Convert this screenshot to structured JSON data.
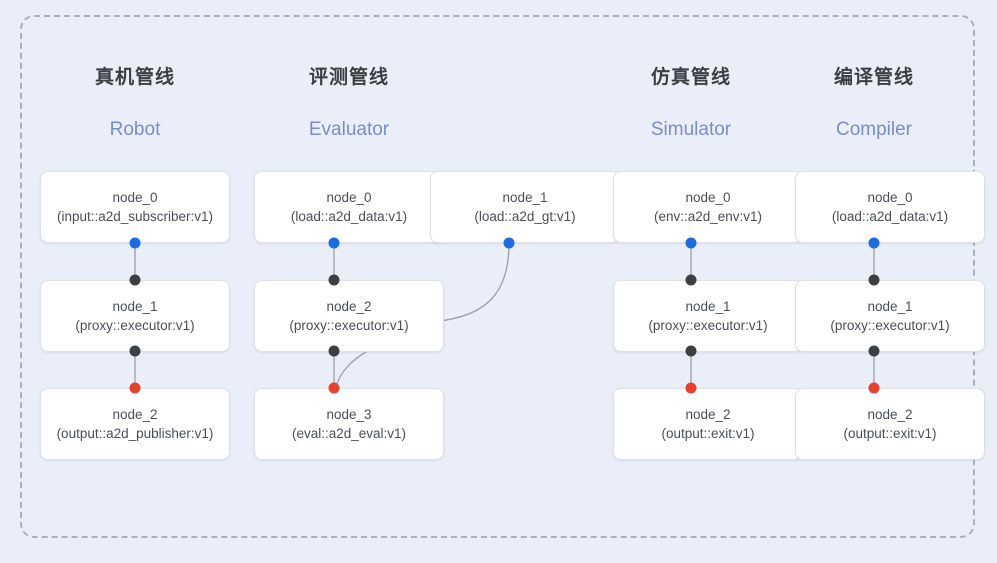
{
  "diagram": {
    "title_visible": false,
    "background_color": "#eaeef8",
    "frame_style": "dashed-rounded",
    "frame_color": "#aab0bd",
    "dot_colors": {
      "input": "#1a6ce0",
      "intermediate": "#3c4043",
      "output": "#e8402a"
    },
    "columns": [
      {
        "id": "robot",
        "title_cn": "真机管线",
        "title_en": "Robot",
        "nodes": [
          {
            "name": "node_0",
            "spec": "(input::a2d_subscriber:v1)"
          },
          {
            "name": "node_1",
            "spec": "(proxy::executor:v1)"
          },
          {
            "name": "node_2",
            "spec": "(output::a2d_publisher:v1)"
          }
        ]
      },
      {
        "id": "evaluator",
        "title_cn": "评测管线",
        "title_en": "Evaluator",
        "nodes": [
          {
            "name": "node_0",
            "spec": "(load::a2d_data:v1)"
          },
          {
            "name": "node_2",
            "spec": "(proxy::executor:v1)"
          },
          {
            "name": "node_3",
            "spec": "(eval::a2d_eval:v1)"
          },
          {
            "name": "node_1",
            "spec": "(load::a2d_gt:v1)"
          }
        ]
      },
      {
        "id": "simulator",
        "title_cn": "仿真管线",
        "title_en": "Simulator",
        "nodes": [
          {
            "name": "node_0",
            "spec": "(env::a2d_env:v1)"
          },
          {
            "name": "node_1",
            "spec": "(proxy::executor:v1)"
          },
          {
            "name": "node_2",
            "spec": "(output::exit:v1)"
          }
        ]
      },
      {
        "id": "compiler",
        "title_cn": "编译管线",
        "title_en": "Compiler",
        "nodes": [
          {
            "name": "node_0",
            "spec": "(load::a2d_data:v1)"
          },
          {
            "name": "node_1",
            "spec": "(proxy::executor:v1)"
          },
          {
            "name": "node_2",
            "spec": "(output::exit:v1)"
          }
        ]
      }
    ]
  }
}
